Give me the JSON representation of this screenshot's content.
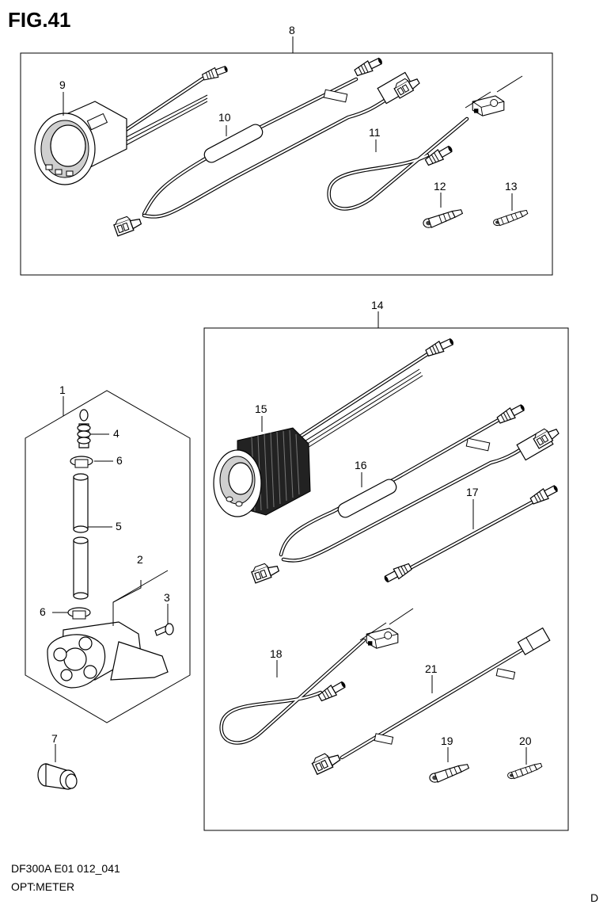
{
  "figure": {
    "title": "FIG.41",
    "model_code": "DF300A E01 012_041",
    "group_name": "OPT:METER",
    "page_letter": "D"
  },
  "callouts": {
    "c1": "1",
    "c2": "2",
    "c3": "3",
    "c4": "4",
    "c5": "5",
    "c6a": "6",
    "c6b": "6",
    "c7": "7",
    "c8": "8",
    "c9": "9",
    "c10": "10",
    "c11": "11",
    "c12": "12",
    "c13": "13",
    "c14": "14",
    "c15": "15",
    "c16": "16",
    "c17": "17",
    "c18": "18",
    "c19": "19",
    "c20": "20",
    "c21": "21"
  }
}
